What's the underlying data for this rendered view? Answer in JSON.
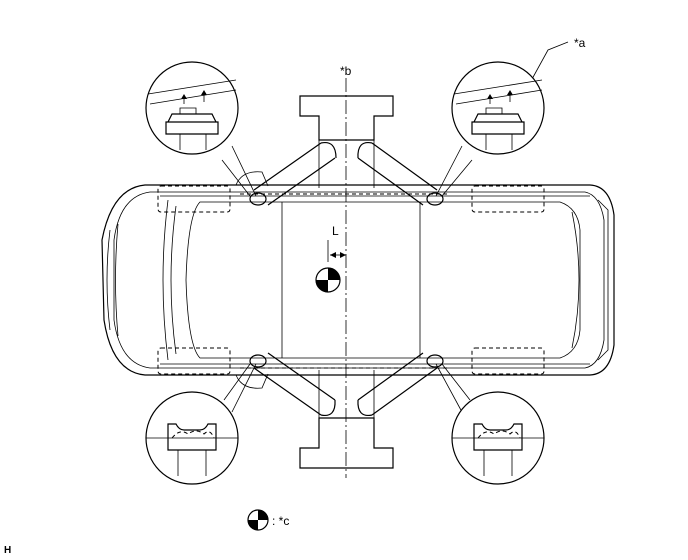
{
  "labels": {
    "callout_a": "*a",
    "callout_b": "*b",
    "dimension_l": "L",
    "legend_c": ": *c",
    "corner_code": "H"
  },
  "icons": {
    "center_of_gravity": "center-of-gravity-icon",
    "lift_pad_raised": "lift-pad-raised-icon",
    "lift_pad_side_view": "lift-pad-side-view-icon"
  },
  "colors": {
    "line": "#000000",
    "background": "#ffffff"
  }
}
